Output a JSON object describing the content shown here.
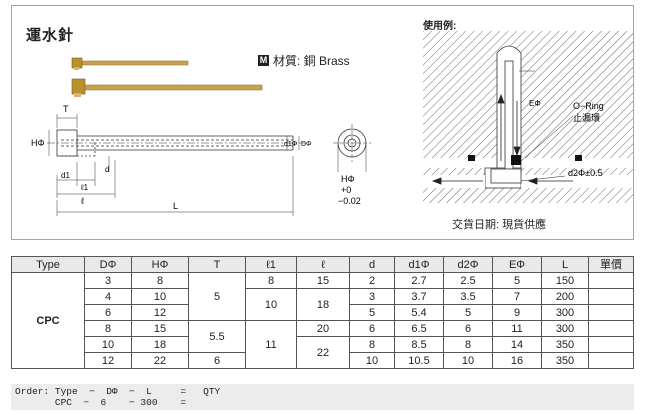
{
  "title": "運水針",
  "material": {
    "badge": "M",
    "text": "材質: 銅 Brass"
  },
  "drawing": {
    "labels": {
      "t": "T",
      "hphi": "HΦ",
      "d1": "d1",
      "l1": "ℓ1",
      "d": "d",
      "l": "ℓ",
      "L": "L",
      "d1phi": "d1Φ",
      "dphi": "DΦ",
      "tol_h": "HΦ",
      "tol_plus": "+0",
      "tol_minus": "−0.02"
    }
  },
  "usage": {
    "label": "使用例:",
    "ephi": "EΦ",
    "oring": "O−Ring",
    "oring_cn": "止漏環",
    "d2": "d2Φ±0.5"
  },
  "delivery": "交貨日期: 現貨供應",
  "table": {
    "headers": [
      "Type",
      "DΦ",
      "HΦ",
      "T",
      "ℓ1",
      "ℓ",
      "d",
      "d1Φ",
      "d2Φ",
      "EΦ",
      "L",
      "單價"
    ],
    "type": "CPC",
    "rows": [
      [
        "3",
        "8",
        "2",
        "2.7",
        "2.5",
        "5",
        "150"
      ],
      [
        "4",
        "10",
        "3",
        "3.7",
        "3.5",
        "7",
        "200"
      ],
      [
        "6",
        "12",
        "5",
        "5.4",
        "5",
        "9",
        "300"
      ],
      [
        "8",
        "15",
        "6",
        "6.5",
        "6",
        "11",
        "300"
      ],
      [
        "10",
        "18",
        "8",
        "8.5",
        "8",
        "14",
        "350"
      ],
      [
        "12",
        "22",
        "10",
        "10.5",
        "10",
        "16",
        "350"
      ]
    ],
    "t_values": [
      "5",
      "5.5",
      "6"
    ],
    "l1_values": [
      "8",
      "10",
      "11"
    ],
    "l_values": [
      "15",
      "18",
      "20",
      "22"
    ]
  },
  "order": {
    "line1": "Order: Type  −  DΦ  −  L     =   QTY",
    "line2": "       CPC  −  6    − 300    ="
  }
}
